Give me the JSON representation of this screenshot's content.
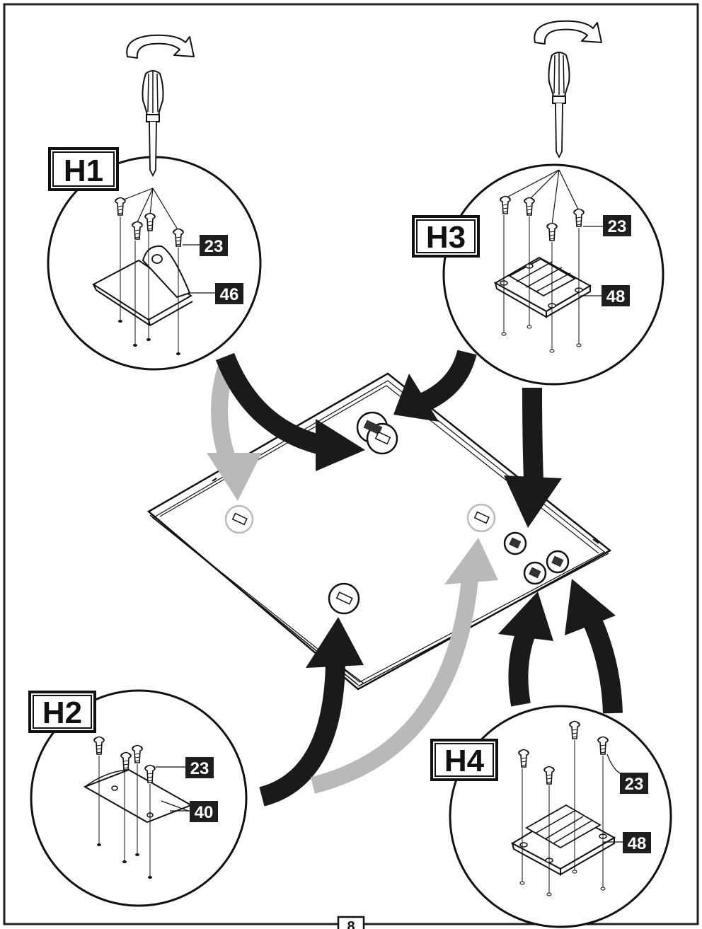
{
  "colors": {
    "ink": "#111111",
    "arrow_dark": "#1a1a1a",
    "arrow_light": "#b9b9b9",
    "panel_fill": "#ffffff",
    "badge_fill": "#1e1e1e",
    "badge_text": "#ffffff"
  },
  "steps": {
    "h1": {
      "label": "H1",
      "screw_part": "23",
      "bracket_part": "46"
    },
    "h2": {
      "label": "H2",
      "screw_part": "23",
      "bracket_part": "40"
    },
    "h3": {
      "label": "H3",
      "screw_part": "23",
      "bracket_part": "48"
    },
    "h4": {
      "label": "H4",
      "screw_part": "23",
      "bracket_part": "48"
    }
  },
  "icons": [
    "screwdriver-icon",
    "rotate-arrow-icon",
    "screw-icon",
    "bracket-icon",
    "direction-arrow-icon"
  ],
  "page_number": "8"
}
